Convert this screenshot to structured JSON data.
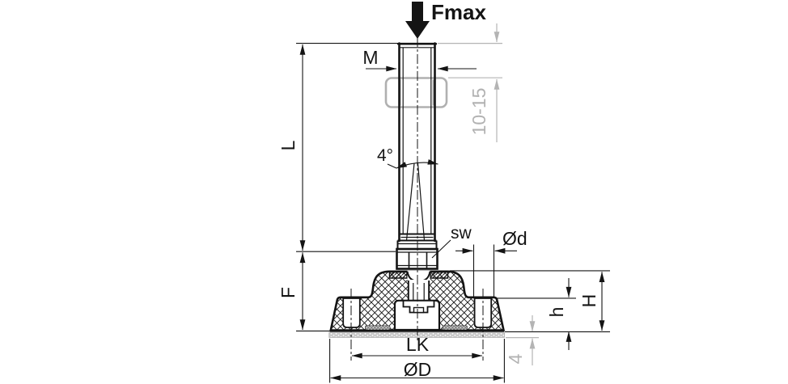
{
  "drawing": {
    "title": "Leveling foot technical drawing",
    "labels": {
      "max_load": "Fmax",
      "thread_size": "M",
      "bolt_length": "L",
      "tilt_angle": "4°",
      "nut_adjustment_range": "10-15",
      "wrench_flats": "sw",
      "mounting_hole_diameter": "Ød",
      "foot_height": "F",
      "total_height": "H",
      "rim_height": "h",
      "pad_thickness": "4",
      "bolt_circle_diameter": "LK",
      "base_diameter": "ØD"
    },
    "colors": {
      "primary_line": "#141414",
      "secondary_gray": "#b2b2b2",
      "pad_gray": "#c9c9c9",
      "background": "#ffffff"
    }
  }
}
